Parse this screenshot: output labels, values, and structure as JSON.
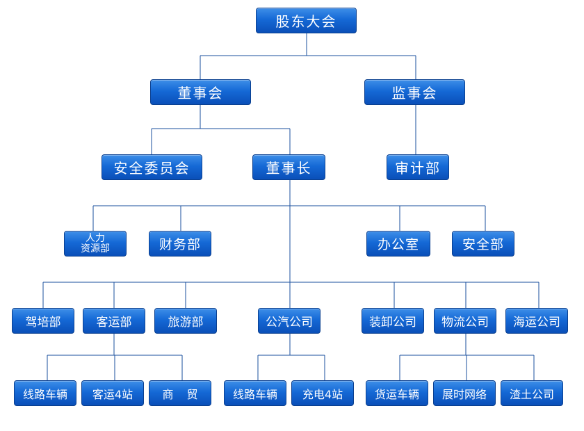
{
  "nodes": {
    "shareholders": "股东大会",
    "board": "董事会",
    "supervisors": "监事会",
    "safety_committee": "安全委员会",
    "chairman": "董事长",
    "audit": "审计部",
    "hr_line1": "人力",
    "hr_line2": "资源部",
    "finance": "财务部",
    "office": "办公室",
    "safety_dept": "安全部",
    "driving_school": "驾培部",
    "passenger": "客运部",
    "tourism": "旅游部",
    "bus_company": "公汽公司",
    "loading_company": "装卸公司",
    "logistics_company": "物流公司",
    "shipping_company": "海运公司",
    "route_vehicles_a": "线路车辆",
    "passenger_station": "客运4站",
    "commerce": "商 贸",
    "route_vehicles_b": "线路车辆",
    "charging_station": "充电4站",
    "freight_vehicles": "货运车辆",
    "exhibition_network": "展时网络",
    "muck_company": "渣土公司"
  },
  "colors": {
    "node_top": "#3d8ee8",
    "node_bottom": "#0a4fb8",
    "connector": "#1a4f9e"
  }
}
